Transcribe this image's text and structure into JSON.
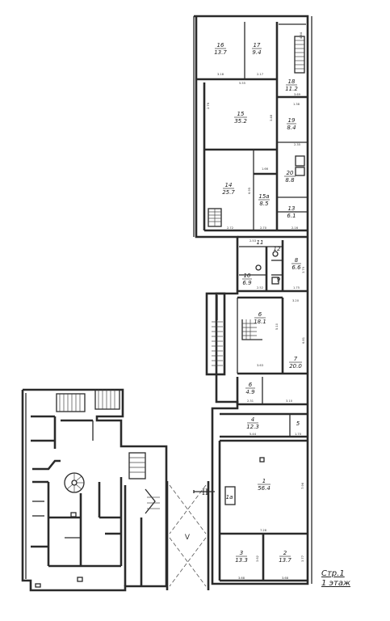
{
  "rooms": [
    {
      "id": "16",
      "number": "16",
      "area": "13.7"
    },
    {
      "id": "17",
      "number": "17",
      "area": "9.4"
    },
    {
      "id": "18",
      "number": "18",
      "area": "11.2"
    },
    {
      "id": "15",
      "number": "15",
      "area": "35.2"
    },
    {
      "id": "19",
      "number": "19",
      "area": "8.4"
    },
    {
      "id": "20",
      "number": "20",
      "area": "8.8"
    },
    {
      "id": "14",
      "number": "14",
      "area": "25.7"
    },
    {
      "id": "15a",
      "number": "15a",
      "area": "8.5"
    },
    {
      "id": "13",
      "number": "13",
      "area": "6.1"
    },
    {
      "id": "11",
      "number": "11",
      "area": ""
    },
    {
      "id": "12",
      "number": "12",
      "area": ""
    },
    {
      "id": "10",
      "number": "10",
      "area": "6.9"
    },
    {
      "id": "9",
      "number": "9",
      "area": ""
    },
    {
      "id": "8",
      "number": "8",
      "area": "6.6"
    },
    {
      "id": "6top",
      "number": "6",
      "area": "18.1"
    },
    {
      "id": "7",
      "number": "7",
      "area": "20.0"
    },
    {
      "id": "6bottom",
      "number": "6",
      "area": "4.9"
    },
    {
      "id": "4",
      "number": "4",
      "area": "12.3"
    },
    {
      "id": "5",
      "number": "5",
      "area": ""
    },
    {
      "id": "1",
      "number": "1",
      "area": "56.4"
    },
    {
      "id": "1a",
      "number": "1a",
      "area": ""
    },
    {
      "id": "3",
      "number": "3",
      "area": "13.3"
    },
    {
      "id": "2",
      "number": "2",
      "area": "13.7"
    }
  ],
  "dimensions": {
    "d16w": "3.18",
    "d17w": "2.17",
    "d1516": "5.55",
    "d18h": "4.84",
    "d18b": "3.69",
    "d15l": "2.76",
    "d15r": "3.48",
    "d19t": "1.38",
    "d19b": "2.35",
    "d14h": "6.95",
    "d14b": "2.72",
    "d15ab": "2.70",
    "d15at": "1.66",
    "d13b": "2.16",
    "d11": "2.53",
    "d10b": "2.52",
    "d9b": "1.75",
    "d8r": "3.79",
    "d6t": "3.63",
    "d6r": "5.10",
    "d7t": "3.20",
    "d7r": "6.81",
    "d6bb": "2.31",
    "d7b": "3.10",
    "d4b": "5.44",
    "d5b": "1.70",
    "d1r": "7.96",
    "d1b": "7.28",
    "d3b": "3.68",
    "d2b": "3.68",
    "d3h": "3.62",
    "d2h": "3.77"
  },
  "markers": {
    "axis_roman": "II",
    "arrow_label": "V"
  },
  "sheet": {
    "page": "Стр.1",
    "floor": "1 этаж"
  }
}
